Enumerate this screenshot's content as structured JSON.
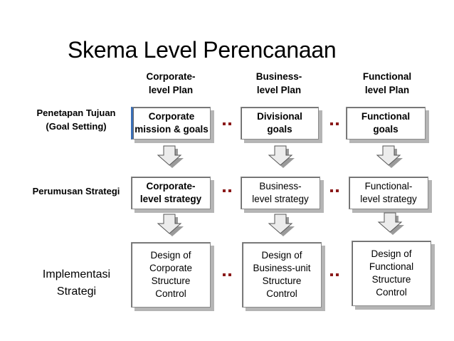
{
  "title": "Skema Level Perencanaan",
  "columns": [
    {
      "header": "Corporate-\nlevel Plan"
    },
    {
      "header": "Business-\nlevel Plan"
    },
    {
      "header": "Functional\nlevel Plan"
    }
  ],
  "rows": [
    {
      "label": "Penetapan Tujuan\n(Goal Setting)"
    },
    {
      "label": "Perumusan Strategi"
    },
    {
      "label": "Implementasi\nStrategi"
    }
  ],
  "boxes": {
    "goal_corporate": "Corporate\nmission & goals",
    "goal_business": "Divisional\ngoals",
    "goal_functional": "Functional\ngoals",
    "strategy_corporate": "Corporate-\nlevel strategy",
    "strategy_business": "Business-\nlevel strategy",
    "strategy_functional": "Functional-\nlevel strategy",
    "impl_corporate": "Design of\nCorporate\nStructure\nControl",
    "impl_business": "Design of\nBusiness-unit\nStructure\nControl",
    "impl_functional": "Design of\nFunctional\nStructure\nControl"
  },
  "colors": {
    "connector_dots": "#8b1a1a",
    "box_shadow": "#b5b5b5",
    "accent_border": "#3b6fb6"
  }
}
